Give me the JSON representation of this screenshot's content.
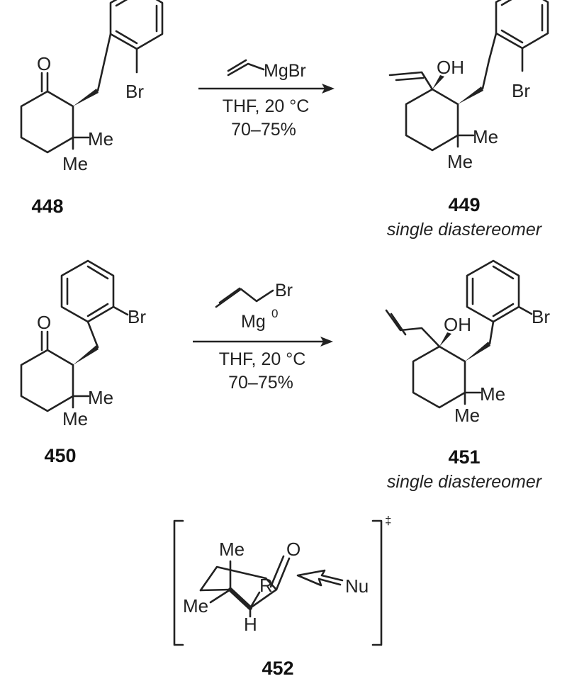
{
  "scheme": {
    "row1": {
      "sm": {
        "number": "448",
        "o": "O",
        "br": "Br",
        "me1": "Me",
        "me2": "Me"
      },
      "reagent": {
        "mgbr": "MgBr",
        "conditions": "THF, 20 °C",
        "yield": "70–75%"
      },
      "pr": {
        "number": "449",
        "oh": "OH",
        "br": "Br",
        "me1": "Me",
        "me2": "Me",
        "note": "single diastereomer"
      }
    },
    "row2": {
      "sm": {
        "number": "450",
        "o": "O",
        "br": "Br",
        "me1": "Me",
        "me2": "Me"
      },
      "reagent": {
        "br": "Br",
        "mg": "Mg",
        "mg_sup": "0",
        "conditions": "THF, 20 °C",
        "yield": "70–75%"
      },
      "pr": {
        "number": "451",
        "oh": "OH",
        "br": "Br",
        "me1": "Me",
        "me2": "Me",
        "note": "single diastereomer"
      }
    },
    "ts": {
      "number": "452",
      "dagger": "‡",
      "me_top": "Me",
      "me_left": "Me",
      "o": "O",
      "r": "R",
      "h": "H",
      "nu": "Nu"
    }
  }
}
